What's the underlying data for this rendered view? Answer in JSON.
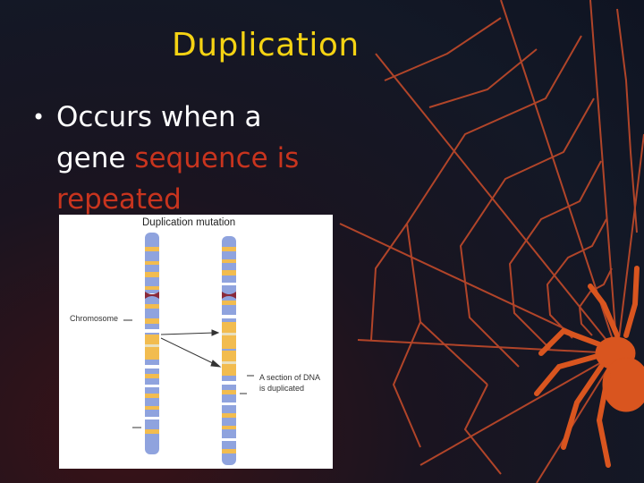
{
  "slide": {
    "title": "Duplication",
    "bullet": {
      "symbol": "•",
      "text_before": "Occurs when a gene ",
      "highlight": "sequence is repeated"
    },
    "highlight_color": "#c8341e",
    "title_color": "#f5d313"
  },
  "figure": {
    "title": "Duplication mutation",
    "label_chromosome": "Chromosome",
    "label_section_line1": "A section of DNA",
    "label_section_line2": "is duplicated",
    "band_colors": {
      "blue": "#8fa3de",
      "yellow": "#f2bc4f",
      "centromere": "#8a2a3a"
    }
  },
  "background": {
    "web_color": "#c24a2a",
    "spider_color": "#d9551f"
  }
}
